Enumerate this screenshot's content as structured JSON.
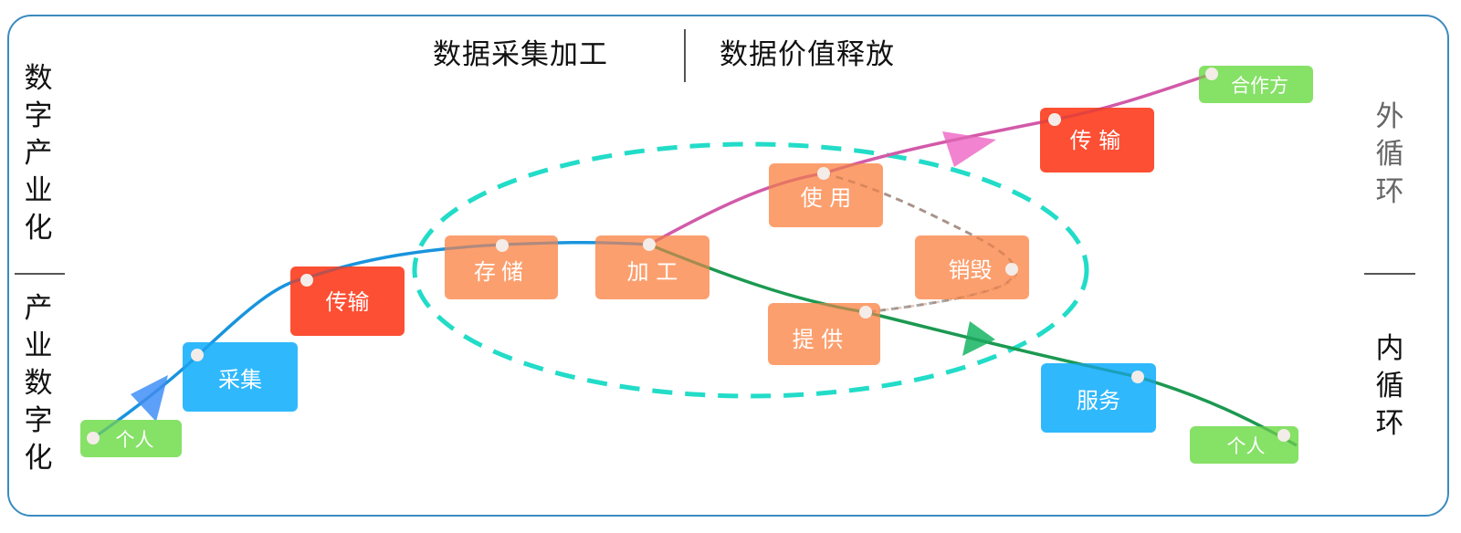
{
  "headings": {
    "left": "数据采集加工",
    "right": "数据价值释放"
  },
  "side_labels": {
    "left_top": [
      "数",
      "字",
      "产",
      "业",
      "化"
    ],
    "left_bottom": [
      "产",
      "业",
      "数",
      "字",
      "化"
    ],
    "right_top": [
      "外",
      "循",
      "环"
    ],
    "right_bottom": [
      "内",
      "循",
      "环"
    ]
  },
  "nodes": {
    "person_left": "个人",
    "collect": "采集",
    "transmit_left": "传输",
    "store": "存储",
    "process": "加 工",
    "use": "使 用",
    "destroy": "销毁",
    "provide": "提 供",
    "transmit_right": "传 输",
    "partner": "合作方",
    "service": "服务",
    "person_right": "个人"
  },
  "colors": {
    "frame": "#3a8bbf",
    "input_flow": "#1a9fe8",
    "outer_loop": "#e066c0",
    "inner_loop": "#1fa55a",
    "lifecycle_ellipse": "#22dcc8",
    "destroy_path": "#aaaaaa",
    "green_node": "#86e066",
    "blue_node": "#33b8fb",
    "red_node": "#fc4c2f",
    "orange_node": "#fc9d6a"
  }
}
